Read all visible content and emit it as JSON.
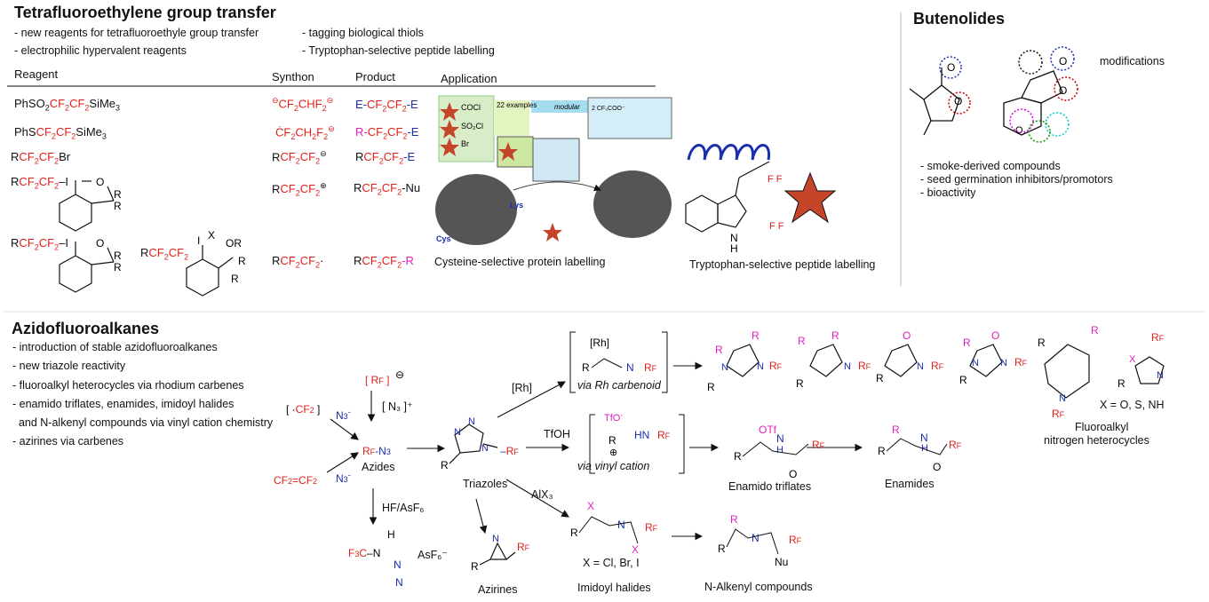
{
  "tfe": {
    "title": "Tetrafluoroethylene group transfer",
    "bullets_left": [
      "- new reagents for tetrafluoroethyle group transfer",
      "- electrophilic hypervalent reagents"
    ],
    "bullets_right": [
      "- tagging biological thiols",
      "- Tryptophan-selective peptide labelling"
    ],
    "headers": {
      "reagent": "Reagent",
      "synthon": "Synthon",
      "product": "Product",
      "application": "Application"
    },
    "app_labels": {
      "examples": "22 examples",
      "modular": "modular",
      "cocl": "COCl",
      "so2cl": "SO₂Cl",
      "br": "Br",
      "lys": "Lys",
      "cys": "Cys",
      "salt": "2 CF₃COO⁻"
    },
    "caption_cys": "Cysteine-selective protein labelling",
    "caption_trp": "Tryptophan-selective peptide labelling"
  },
  "butenolides": {
    "title": "Butenolides",
    "modifications": "modifications",
    "bullets": [
      "- smoke-derived compounds",
      "- seed germination inhibitors/promotors",
      "- bioactivity"
    ]
  },
  "azido": {
    "title": "Azidofluoroalkanes",
    "bullets": [
      "- introduction of stable azidofluoroalkanes",
      "- new triazole reactivity",
      "- fluoroalkyl heterocycles via rhodium carbenes",
      "- enamido triflates, enamides, imidoyl halides",
      "  and N-alkenyl compounds via vinyl cation chemistry",
      "- azirines via carbenes"
    ],
    "labels": {
      "azides": "Azides",
      "triazoles": "Triazoles",
      "azirines": "Azirines",
      "imidoyl": "Imidoyl halides",
      "nalkenyl": "N-Alkenyl compounds",
      "enamido": "Enamido triflates",
      "enamides": "Enamides",
      "fluoroalkyl1": "Fluoroalkyl",
      "fluoroalkyl2": "nitrogen heterocycles",
      "rh": "[Rh]",
      "tfoh": "TfOH",
      "alx3": "AlX₃",
      "hf": "HF/AsF₆",
      "via_rh": "via Rh carbenoid",
      "via_vinyl": "via vinyl cation",
      "x_cl": "X = Cl, Br, I",
      "x_o": "X = O, S, NH",
      "asf6": "AsF₆⁻",
      "n3plus": "[ N₃ ]⁺"
    }
  }
}
